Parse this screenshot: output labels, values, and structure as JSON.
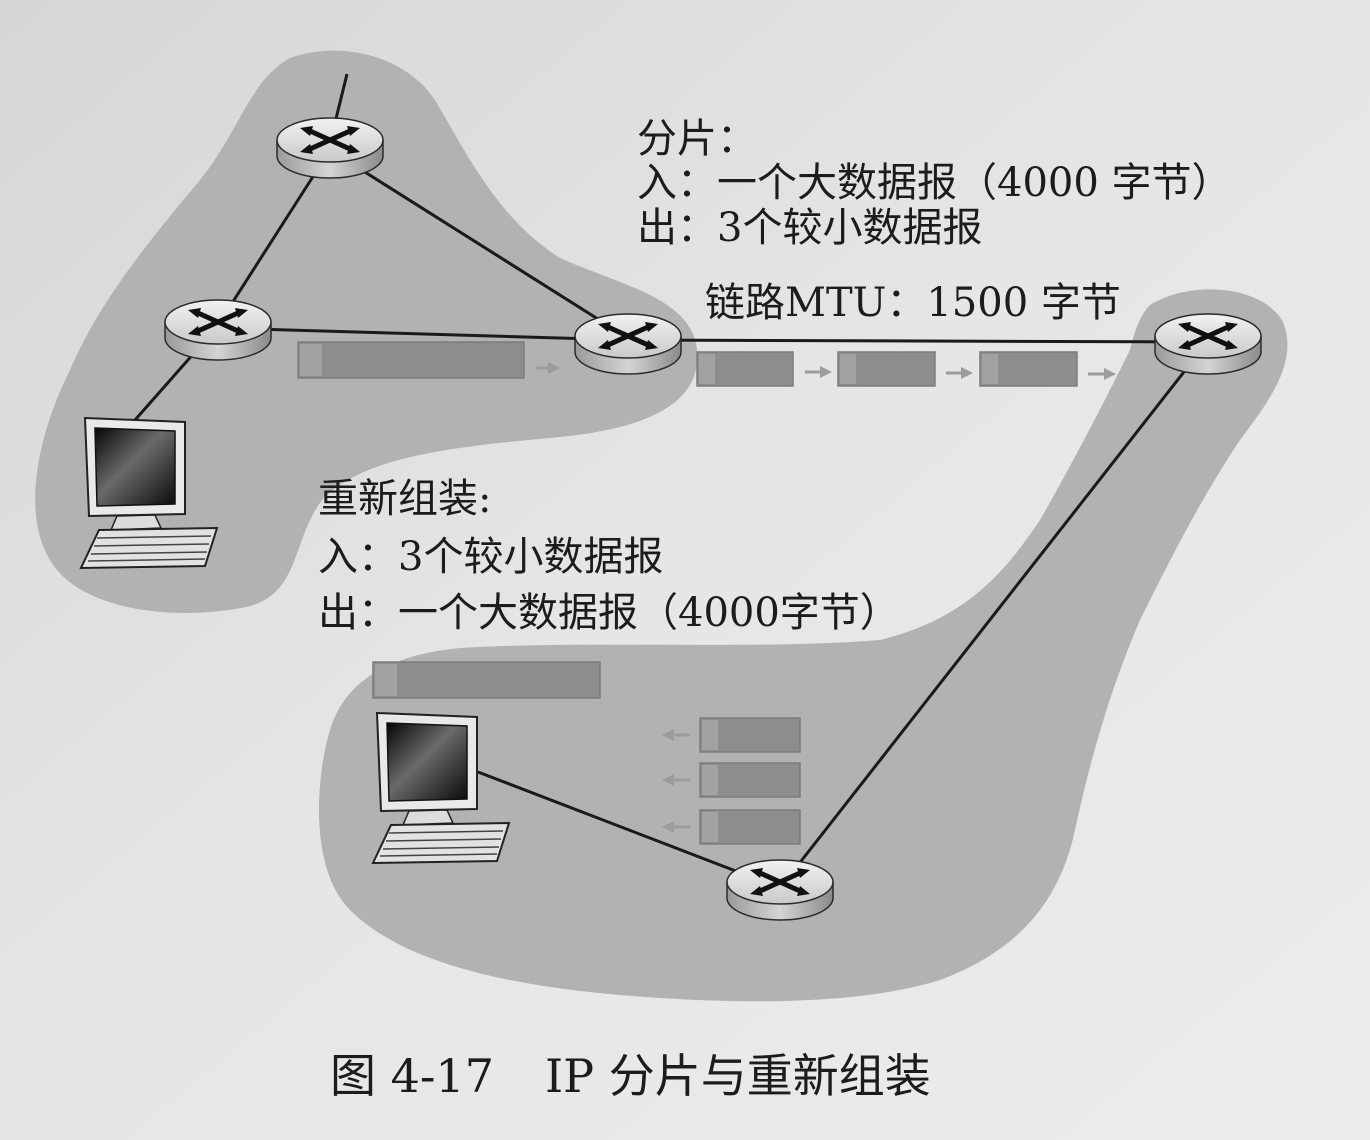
{
  "fragmentation": {
    "title": "分片：",
    "input": "入：一个大数据报（4000 字节）",
    "output": "出：3个较小数据报"
  },
  "link": {
    "mtu": "链路MTU：1500 字节"
  },
  "reassembly": {
    "title": "重新组装:",
    "input": "入：3个较小数据报",
    "output": "出：一个大数据报（4000字节）"
  },
  "caption": {
    "number": "图 4-17",
    "title": "IP 分片与重新组装"
  },
  "icons": {
    "router": "router-icon",
    "host": "computer-icon",
    "datagram": "datagram-block",
    "flow": "arrow-icon"
  },
  "colors": {
    "paper": "#e4e4e2",
    "cloud": "#b2b2b0",
    "ink": "#1c1c1c",
    "datagram": "#8d8d8b"
  }
}
